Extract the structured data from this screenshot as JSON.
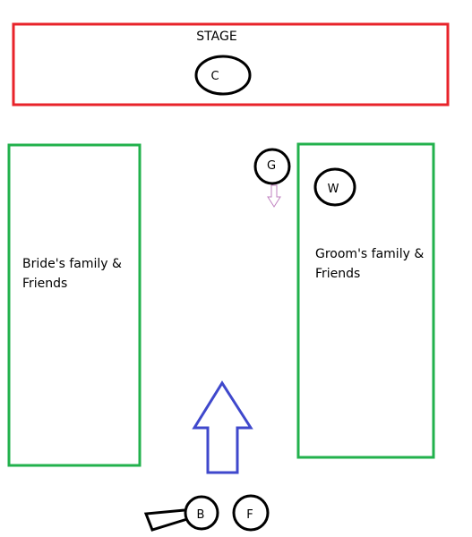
{
  "stage": {
    "label": "STAGE",
    "border_color": "#e8232a"
  },
  "seating": {
    "border_color": "#22b14c",
    "left_label": "Bride's family &\nFriends",
    "right_label": "Groom's family &\nFriends"
  },
  "people": {
    "c": "C",
    "g": "G",
    "w": "W",
    "b": "B",
    "f": "F"
  },
  "arrows": {
    "aisle_arrow_color": "#3f48cc",
    "small_arrow_color": "#c080c0"
  }
}
